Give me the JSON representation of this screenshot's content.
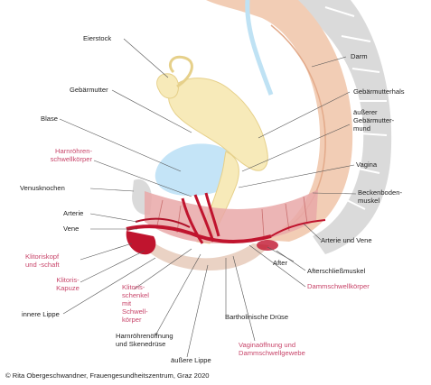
{
  "labels": {
    "eierstock": "Eierstock",
    "darm": "Darm",
    "gebaermutter": "Gebärmutter",
    "gebaermutterhals": "Gebärmutterhals",
    "blase": "Blase",
    "aeusserer_muttermund": "äußerer\nGebärmutter-\nmund",
    "harnroehrenschwellkoerper": "Harnröhren-\nschwellkörper",
    "vagina": "Vagina",
    "venusknochen": "Venusknochen",
    "beckenbodenmuskel": "Beckenboden-\nmuskel",
    "arterie": "Arterie",
    "vene": "Vene",
    "arterie_und_vene": "Arterie und Vene",
    "klitoriskopf": "Klitoriskopf\nund -schaft",
    "klitoriskapuze": "Klitoris-\nKapuze",
    "klitorisschenkel": "Klitoris-\nschenkel\nmit\nSchwell-\nkörper",
    "after": "After",
    "afterschliessmuskel": "Afterschließmuskel",
    "dammschwellkoerper": "Dammschwellkörper",
    "innere_lippe": "innere Lippe",
    "bartholinische_druese": "Bartholinische Drüse",
    "harnroehrenoeffnung": "Harnröhrenöffnung\nund Skenedrüse",
    "aeussere_lippe": "äußere Lippe",
    "vaginaoeffnung": "Vaginaöffnung und\nDammschwellgewebe"
  },
  "copyright": "© Rita Obergeschwandner, Frauengesundheitszentrum, Graz 2020",
  "colors": {
    "label_pink": "#c8456a",
    "bone": "#dadada",
    "bowel": "#f2cdb5",
    "uterus": "#f7eab9",
    "bladder": "#c4e4f7",
    "muscle": "#e9a8a8",
    "vessel": "#c0142e"
  }
}
